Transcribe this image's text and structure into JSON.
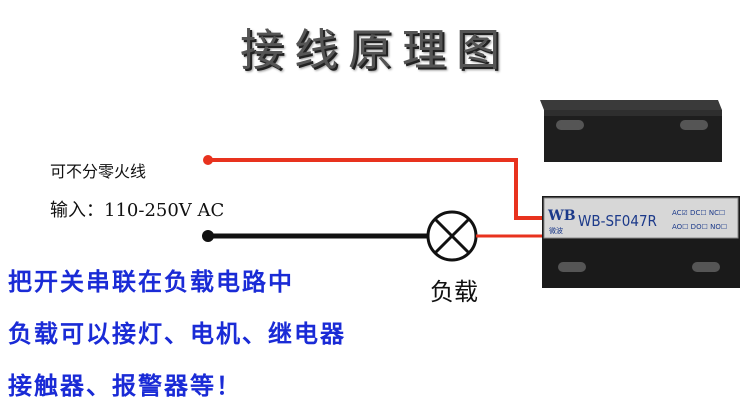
{
  "title": "接线原理图",
  "wire_note": "可不分零火线",
  "input_spec": "输入：110-250V AC",
  "load_label": "负载",
  "sensor": {
    "brand": "WB",
    "brand_sub": "微波",
    "model": "WB-SF047R",
    "terms_top": "AC☑ DC☐ NC☐",
    "terms_bottom": "AO☐ DO☐ NO☐"
  },
  "instructions": [
    "把开关串联在负载电路中",
    "负载可以接灯、电机、继电器",
    "接触器、报警器等！"
  ],
  "colors": {
    "live_wire": "#e8321e",
    "neutral_wire": "#111111",
    "text_blue": "#1a2bd6"
  }
}
